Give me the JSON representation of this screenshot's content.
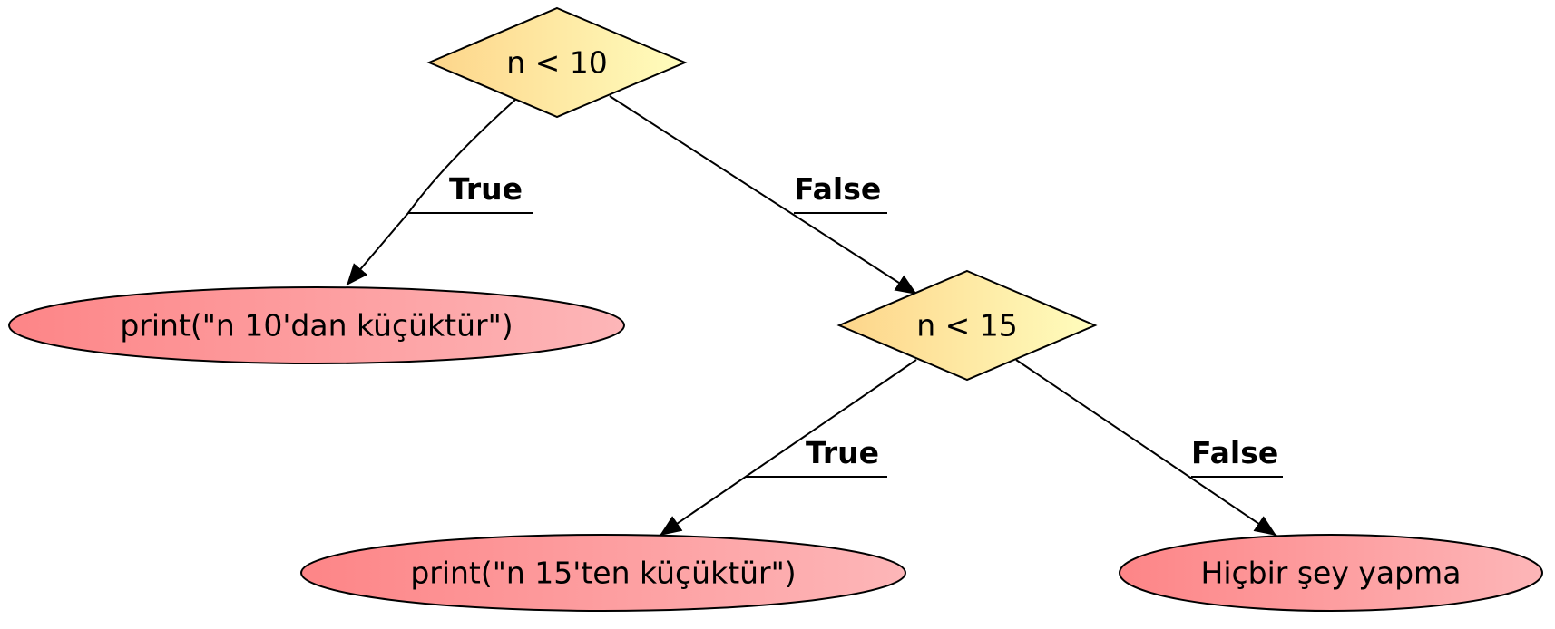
{
  "nodes": {
    "decision_1": {
      "label": "n < 10"
    },
    "decision_2": {
      "label": "n < 15"
    },
    "action_1": {
      "label": "print(\"n 10'dan küçüktür\")"
    },
    "action_2": {
      "label": "print(\"n 15'ten küçüktür\")"
    },
    "action_3": {
      "label": "Hiçbir şey yapma"
    }
  },
  "edges": {
    "d1_true": {
      "label": "True"
    },
    "d1_false": {
      "label": "False"
    },
    "d2_true": {
      "label": "True"
    },
    "d2_false": {
      "label": "False"
    }
  },
  "colors": {
    "decision_gradient_start": "#fdd58a",
    "decision_gradient_end": "#fffdbd",
    "action_gradient_start": "#fd8587",
    "action_gradient_end": "#fdb6b8",
    "stroke": "#000000"
  }
}
